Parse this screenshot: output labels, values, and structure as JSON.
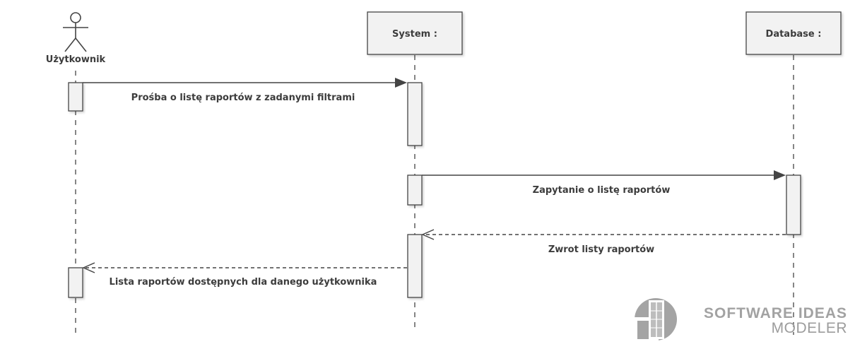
{
  "participants": [
    {
      "id": "user",
      "kind": "actor",
      "name": "Użytkownik"
    },
    {
      "id": "system",
      "kind": "object",
      "name": "System :"
    },
    {
      "id": "database",
      "kind": "object",
      "name": "Database :"
    }
  ],
  "messages": [
    {
      "from": "user",
      "to": "system",
      "kind": "synchronous",
      "label": "Prośba o listę raportów z zadanymi filtrami"
    },
    {
      "from": "system",
      "to": "database",
      "kind": "synchronous",
      "label": "Zapytanie o listę raportów"
    },
    {
      "from": "database",
      "to": "system",
      "kind": "return",
      "label": "Zwrot listy raportów"
    },
    {
      "from": "system",
      "to": "user",
      "kind": "return",
      "label": "Lista raportów dostępnych dla danego użytkownika"
    }
  ],
  "watermark": {
    "line1": "SOFTWARE IDEAS",
    "line2": "MODELER"
  },
  "colors": {
    "line": "#444444",
    "box_fill": "#f2f2f2",
    "text": "#3c3c3c",
    "watermark": "#a0a0a0"
  }
}
